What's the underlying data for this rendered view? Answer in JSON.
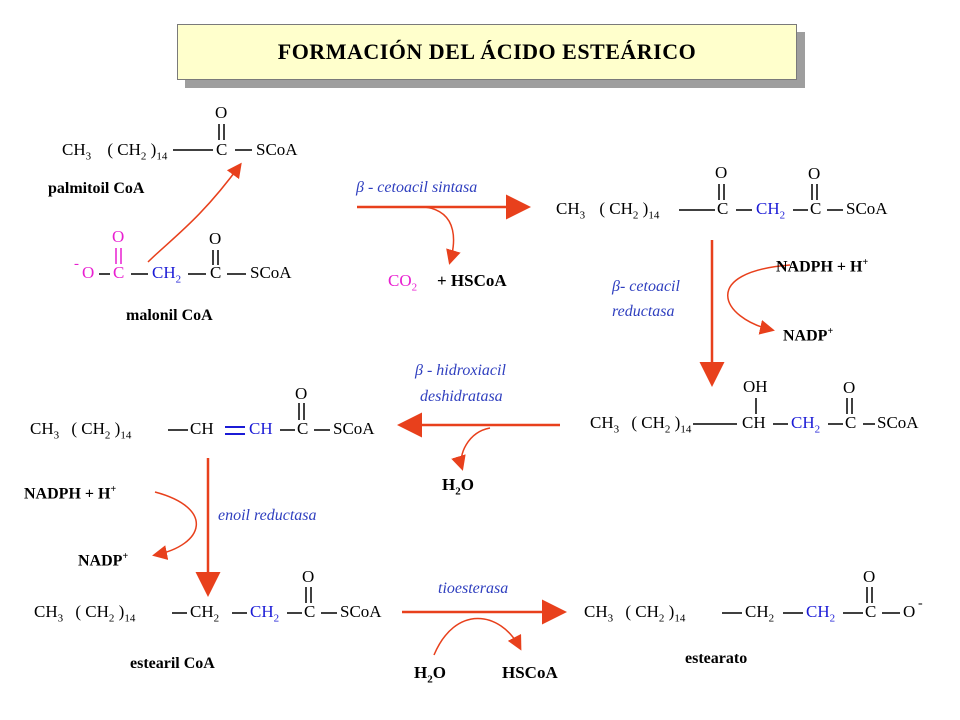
{
  "title": "FORMACIÓN  DEL  ÁCIDO  ESTEÁRICO",
  "palmitoil": {
    "ch3": "CH",
    "ch2": "CH",
    "n14": "14",
    "c": "C",
    "o": "O",
    "scoa": "SCoA",
    "label": "palmitoil CoA",
    "sub3": "3",
    "sub2": "2",
    "lp": "(",
    "rp": ")"
  },
  "malonil": {
    "o_minus": "-",
    "o_left": "O",
    "c1": "C",
    "o_top1": "O",
    "ch2": "CH",
    "sub2": "2",
    "c2": "C",
    "o_top2": "O",
    "scoa": "SCoA",
    "label": "malonil CoA"
  },
  "enzymes": {
    "cetoacil_sintasa": "- cetoacil  sintasa",
    "cetoacil_reductasa_1": "- cetoacil",
    "cetoacil_reductasa_2": "reductasa",
    "hidroxiacil_1": "- hidroxiacil",
    "hidroxiacil_2": "deshidratasa",
    "enoil_reductasa": "enoil  reductasa",
    "tioesterasa": "tioesterasa",
    "beta": "β"
  },
  "byproducts": {
    "co2": "CO",
    "co2_sub": "2",
    "hscoa": "+ HSCoA",
    "nadph_1": "NADPH  + H",
    "nadp_1": "NADP",
    "h2o_1": "H",
    "h2o_1_sub": "2",
    "h2o_1_o": "O",
    "nadph_2": "NADPH  + H",
    "nadp_2": "NADP",
    "h2o_2": "H",
    "h2o_2_sub": "2",
    "h2o_2_o": "O",
    "hscoa_2": "HSCoA",
    "plus": "+"
  },
  "ketoacyl": {
    "ch3": "CH",
    "sub3": "3",
    "ch2": "CH",
    "sub2": "2",
    "n14": "14",
    "c1": "C",
    "o1": "O",
    "ch2b": "CH",
    "c2": "C",
    "o2": "O",
    "scoa": "SCoA"
  },
  "hydroxyacyl": {
    "ch3": "CH",
    "ch2": "CH",
    "n14": "14",
    "oh": "OH",
    "ch": "CH",
    "ch2b": "CH",
    "c": "C",
    "o": "O",
    "scoa": "SCoA"
  },
  "enoyl": {
    "ch3": "CH",
    "ch2": "CH",
    "n14": "14",
    "ch1": "CH",
    "ch2eq": "CH",
    "c": "C",
    "o": "O",
    "scoa": "SCoA"
  },
  "estearil": {
    "ch3": "CH",
    "ch2": "CH",
    "n14": "14",
    "ch2a": "CH",
    "ch2b": "CH",
    "c": "C",
    "o": "O",
    "scoa": "SCoA",
    "label": "estearil CoA"
  },
  "estearato": {
    "ch3": "CH",
    "ch2": "CH",
    "n14": "14",
    "ch2a": "CH",
    "ch2b": "CH",
    "c": "C",
    "o_top": "O",
    "o_right": "O",
    "minus": "-",
    "label": "estearato"
  },
  "colors": {
    "arrow": "#e8401c",
    "enzyme": "#2f3fbf",
    "magenta": "#e81fd0",
    "blue": "#1b1bd6",
    "title_bg": "#ffffcc"
  }
}
